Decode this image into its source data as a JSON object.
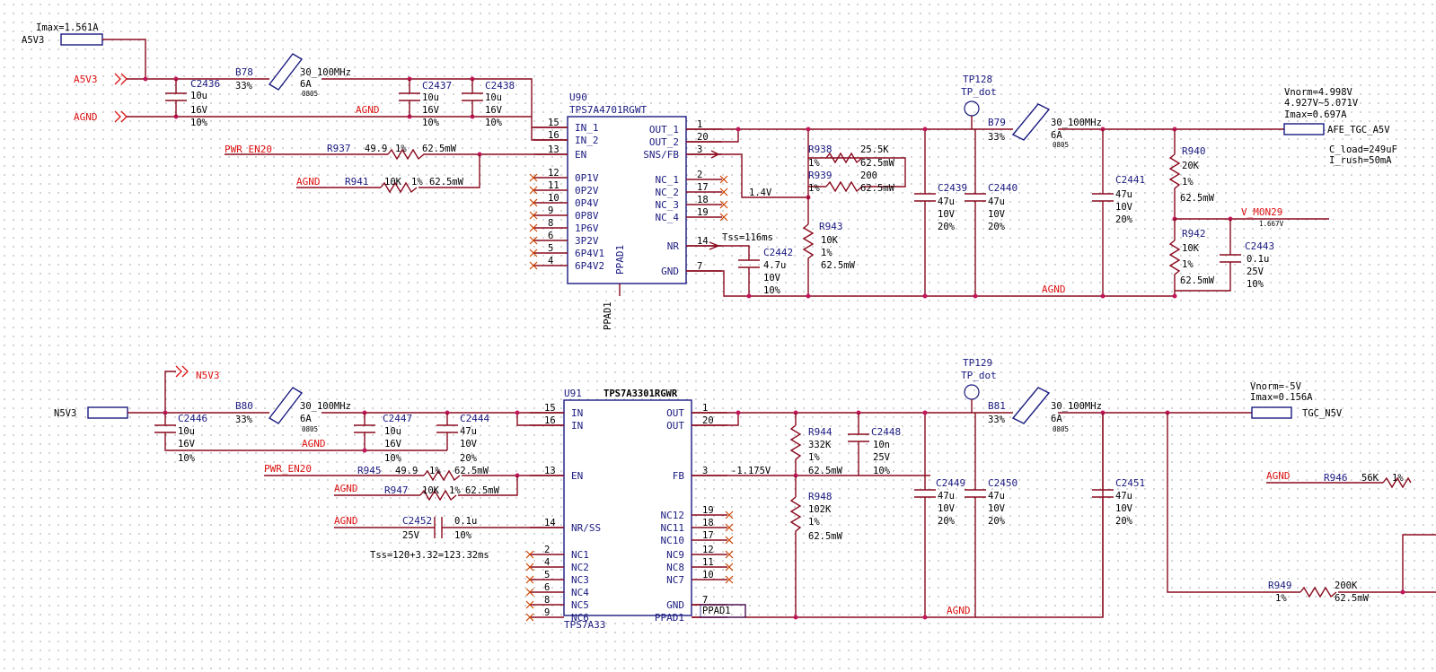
{
  "sheet": {
    "imax_in": "Imax=1.561A",
    "a5v3_label": "A5V3",
    "a5v3_port": "A5V3",
    "agnd_port": "AGND",
    "pwr_en20_a": "PWR_EN20",
    "pwr_en20_b": "PWR_EN20",
    "agnd_a": "AGND",
    "agnd_b": "AGND",
    "agnd_c": "AGND",
    "agnd_d": "AGND",
    "agnd_e": "AGND",
    "agnd_f": "AGND",
    "agnd_g": "AGND",
    "agnd_h": "AGND",
    "n5v3_port": "N5V3",
    "n5v3_label": "N5V3",
    "afe_tgc_a5v": "AFE_TGC_A5V",
    "tgc_n5v": "TGC_N5V",
    "v_mon29": "V_MON29",
    "v_mon29_val": "1.667V",
    "vnorm_a": "Vnorm=4.998V",
    "vrange_a": "4.927V~5.071V",
    "imax_a": "Imax=0.697A",
    "c_load": "C_load=249uF",
    "i_rush": "I_rush=50mA",
    "vnorm_n": "Vnorm=-5V",
    "imax_n": "Imax=0.156A",
    "tss_a": "Tss=116ms",
    "tss_n": "Tss=120+3.32=123.32ms",
    "fb_a": "1.4V",
    "fb_n": "-1.175V",
    "tp128": "TP128",
    "tp129": "TP129",
    "tp_dot_a": "TP_dot",
    "tp_dot_b": "TP_dot",
    "ppad1_a": "PPAD1",
    "ppad1_b": "PPAD1",
    "ppad1_c": "PPAD1"
  },
  "u90": {
    "ref": "U90",
    "part": "TPS7A4701RGWT",
    "pins_left": [
      "IN_1",
      "IN_2",
      "EN",
      "0P1V",
      "0P2V",
      "0P4V",
      "0P8V",
      "1P6V",
      "3P2V",
      "6P4V1",
      "6P4V2"
    ],
    "nums_left": [
      "15",
      "16",
      "13",
      "12",
      "11",
      "10",
      "9",
      "8",
      "6",
      "5",
      "4"
    ],
    "pins_right": [
      "OUT_1",
      "OUT_2",
      "SNS/FB",
      "NC_1",
      "NC_2",
      "NC_3",
      "NC_4",
      "NR",
      "GND"
    ],
    "nums_right": [
      "1",
      "20",
      "3",
      "2",
      "17",
      "18",
      "19",
      "14",
      "7"
    ]
  },
  "u91": {
    "ref": "U91",
    "part": "TPS7A3301RGWR",
    "footer": "TPS7A33",
    "pins_left": [
      "IN",
      "IN",
      "EN",
      "NR/SS",
      "NC1",
      "NC2",
      "NC3",
      "NC4",
      "NC5",
      "NC6"
    ],
    "nums_left": [
      "15",
      "16",
      "13",
      "14",
      "2",
      "4",
      "5",
      "6",
      "8",
      "9"
    ],
    "pins_right": [
      "OUT",
      "OUT",
      "FB",
      "NC12",
      "NC11",
      "NC10",
      "NC9",
      "NC8",
      "NC7",
      "GND",
      "PPAD1"
    ],
    "nums_right": [
      "1",
      "20",
      "3",
      "19",
      "18",
      "17",
      "12",
      "11",
      "10",
      "7"
    ]
  },
  "ferrites": [
    {
      "ref": "B78",
      "tol": "33%",
      "imp": "30_100MHz",
      "cur": "6A",
      "pkg": "0805"
    },
    {
      "ref": "B79",
      "tol": "33%",
      "imp": "30_100MHz",
      "cur": "6A",
      "pkg": "0805"
    },
    {
      "ref": "B80",
      "tol": "33%",
      "imp": "30_100MHz",
      "cur": "6A",
      "pkg": "0805"
    },
    {
      "ref": "B81",
      "tol": "33%",
      "imp": "30_100MHz",
      "cur": "6A",
      "pkg": "0805"
    }
  ],
  "capacitors": [
    {
      "ref": "C2436",
      "val": "10u",
      "v": "16V",
      "t": "10%"
    },
    {
      "ref": "C2437",
      "val": "10u",
      "v": "16V",
      "t": "10%"
    },
    {
      "ref": "C2438",
      "val": "10u",
      "v": "16V",
      "t": "10%"
    },
    {
      "ref": "C2439",
      "val": "47u",
      "v": "10V",
      "t": "20%"
    },
    {
      "ref": "C2440",
      "val": "47u",
      "v": "10V",
      "t": "20%"
    },
    {
      "ref": "C2441",
      "val": "47u",
      "v": "10V",
      "t": "20%"
    },
    {
      "ref": "C2442",
      "val": "4.7u",
      "v": "10V",
      "t": "10%"
    },
    {
      "ref": "C2443",
      "val": "0.1u",
      "v": "25V",
      "t": "10%"
    },
    {
      "ref": "C2446",
      "val": "10u",
      "v": "16V",
      "t": "10%"
    },
    {
      "ref": "C2447",
      "val": "10u",
      "v": "16V",
      "t": "10%"
    },
    {
      "ref": "C2444",
      "val": "47u",
      "v": "10V",
      "t": "20%"
    },
    {
      "ref": "C2448",
      "val": "10n",
      "v": "25V",
      "t": "10%"
    },
    {
      "ref": "C2449",
      "val": "47u",
      "v": "10V",
      "t": "20%"
    },
    {
      "ref": "C2450",
      "val": "47u",
      "v": "10V",
      "t": "20%"
    },
    {
      "ref": "C2451",
      "val": "47u",
      "v": "10V",
      "t": "20%"
    },
    {
      "ref": "C2452",
      "val": "0.1u",
      "v": "25V",
      "t": "10%"
    }
  ],
  "resistors": [
    {
      "ref": "R937",
      "val": "49.9",
      "t": "1%",
      "p": "62.5mW"
    },
    {
      "ref": "R941",
      "val": "10K",
      "t": "1%",
      "p": "62.5mW"
    },
    {
      "ref": "R938",
      "val": "25.5K",
      "t": "1%",
      "p": "62.5mW"
    },
    {
      "ref": "R939",
      "val": "200",
      "t": "1%",
      "p": "62.5mW"
    },
    {
      "ref": "R943",
      "val": "10K",
      "t": "1%",
      "p": "62.5mW"
    },
    {
      "ref": "R940",
      "val": "20K",
      "t": "1%",
      "p": "62.5mW"
    },
    {
      "ref": "R942",
      "val": "10K",
      "t": "1%",
      "p": "62.5mW"
    },
    {
      "ref": "R945",
      "val": "49.9",
      "t": "1%",
      "p": "62.5mW"
    },
    {
      "ref": "R947",
      "val": "10K",
      "t": "1%",
      "p": "62.5mW"
    },
    {
      "ref": "R944",
      "val": "332K",
      "t": "1%",
      "p": "62.5mW"
    },
    {
      "ref": "R948",
      "val": "102K",
      "t": "1%",
      "p": "62.5mW"
    },
    {
      "ref": "R946",
      "val": "56K",
      "t": "1%",
      "p": ""
    },
    {
      "ref": "R949",
      "val": "200K",
      "t": "1%",
      "p": "62.5mW"
    }
  ],
  "colors": {
    "wire": "#8a0a1e",
    "component": "#1a1a80",
    "net": "#dd1111",
    "junction": "#c2185b"
  }
}
